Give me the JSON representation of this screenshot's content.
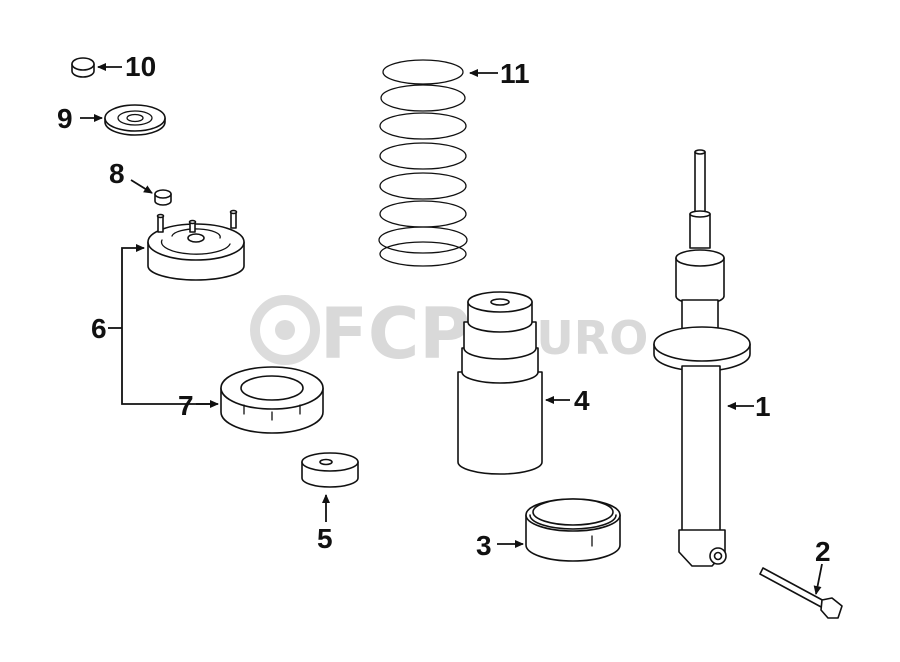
{
  "diagram": {
    "watermark": {
      "primary": "FCP",
      "secondary": "EURO"
    },
    "callouts": [
      "1",
      "2",
      "3",
      "4",
      "5",
      "6",
      "7",
      "8",
      "9",
      "10",
      "11"
    ]
  }
}
